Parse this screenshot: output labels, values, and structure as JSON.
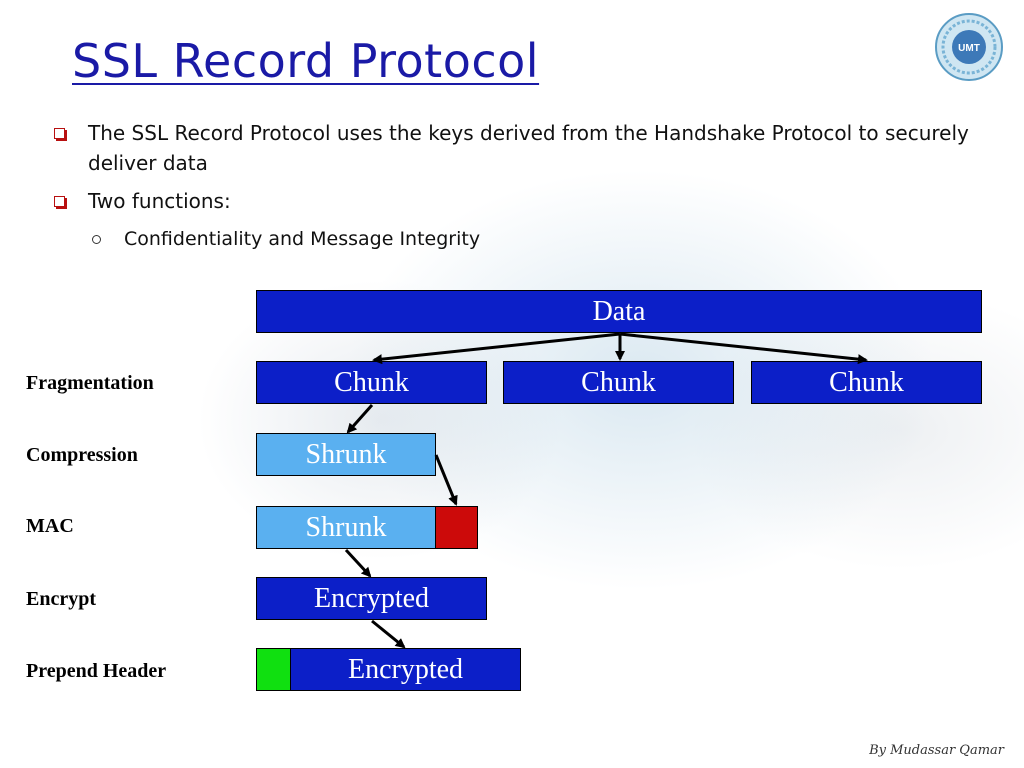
{
  "slide": {
    "title": "SSL Record Protocol",
    "bullets": [
      {
        "text": "The SSL Record Protocol uses the keys derived from the Handshake Protocol to securely deliver data",
        "level": 1
      },
      {
        "text": "Two functions:",
        "level": 1
      },
      {
        "text": "Confidentiality and Message Integrity",
        "level": 2
      }
    ],
    "logo_text": "UMT",
    "footer": "By Mudassar Qamar"
  },
  "diagram": {
    "row_labels": [
      "Fragmentation",
      "Compression",
      "MAC",
      "Encrypt",
      "Prepend Header"
    ],
    "data_label": "Data",
    "chunk_labels": [
      "Chunk",
      "Chunk",
      "Chunk"
    ],
    "compressed_label": "Shrunk",
    "mac_label": "Shrunk",
    "encrypted_label": "Encrypted",
    "header_encrypted_label": "Encrypted",
    "colors": {
      "dark_box": "#0c1fc8",
      "light_box": "#5ab0f0",
      "mac_box": "#cc0a0a",
      "header_box": "#10e010",
      "title": "#1a1aa6"
    }
  }
}
